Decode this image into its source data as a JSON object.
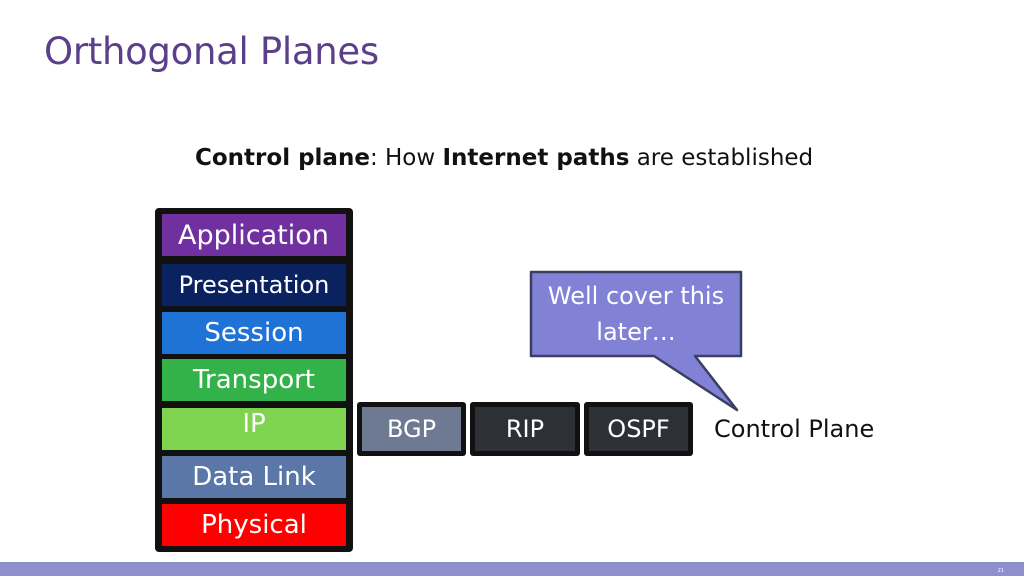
{
  "slide": {
    "title": "Orthogonal Planes",
    "subtitle": {
      "part1_bold": "Control plane",
      "part2": ": How ",
      "part3_bold": "Internet paths",
      "part4": " are established"
    }
  },
  "osi_stack": {
    "layers": [
      {
        "label": "Application",
        "color": "#7030a0"
      },
      {
        "label": "Presentation",
        "color": "#0a2260"
      },
      {
        "label": "Session",
        "color": "#1f73d6"
      },
      {
        "label": "Transport",
        "color": "#34b24a"
      },
      {
        "label": "IP",
        "color": "#7ed34f"
      },
      {
        "label": "Data Link",
        "color": "#5b77a8"
      },
      {
        "label": "Physical",
        "color": "#ff0000"
      }
    ]
  },
  "protocols": [
    {
      "label": "BGP"
    },
    {
      "label": "RIP"
    },
    {
      "label": "OSPF"
    }
  ],
  "control_plane_label": "Control Plane",
  "callout": {
    "line1": "Well cover this",
    "line2": "later…"
  },
  "footer": {
    "page_number": "21",
    "color": "#8f8fcf"
  }
}
